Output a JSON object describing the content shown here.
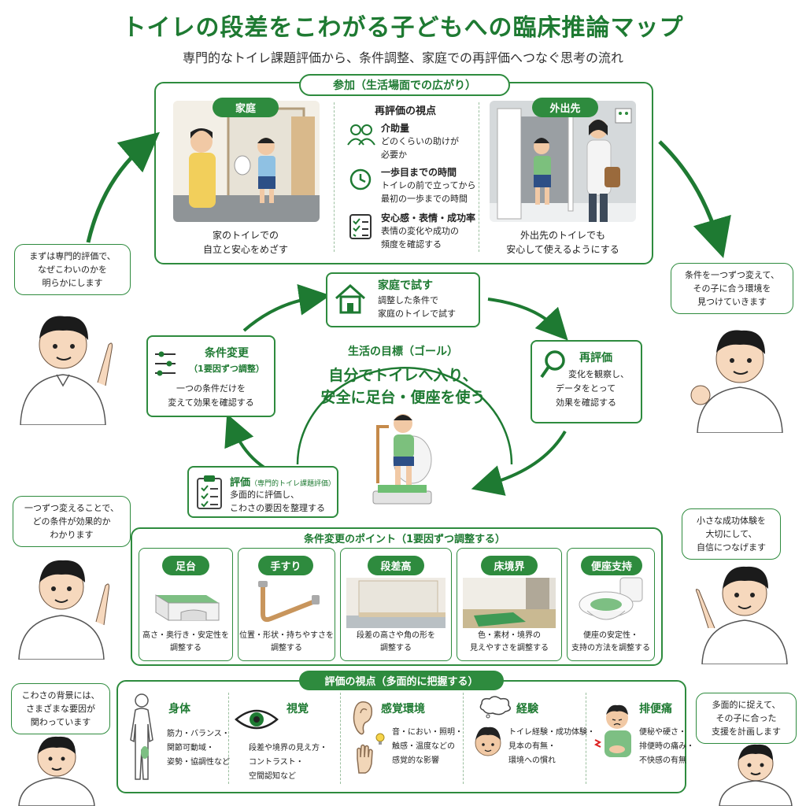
{
  "header": {
    "title": "トイレの段差をこわがる子どもへの臨床推論マップ",
    "subtitle": "専門的なトイレ課題評価から、条件調整、家庭での再評価へつなぐ思考の流れ"
  },
  "participation": {
    "title": "参加（生活場面での広がり）",
    "home": {
      "label": "家庭",
      "caption_1": "家のトイレでの",
      "caption_2": "自立と安心をめざす"
    },
    "outside": {
      "label": "外出先",
      "caption_1": "外出先のトイレでも",
      "caption_2": "安心して使えるようにする"
    },
    "reeval": {
      "title": "再評価の視点",
      "items": [
        {
          "icon": "people-icon",
          "title": "介助量",
          "desc_1": "どのくらいの助けが",
          "desc_2": "必要か"
        },
        {
          "icon": "clock-icon",
          "title": "一歩目までの時間",
          "desc_1": "トイレの前で立ってから",
          "desc_2": "最初の一歩までの時間"
        },
        {
          "icon": "checklist-icon",
          "title": "安心感・表情・成功率",
          "desc_1": "表情の変化や成功の",
          "desc_2": "頻度を確認する"
        }
      ]
    }
  },
  "cycle": {
    "goal_label": "生活の目標（ゴール）",
    "goal_line_1": "自分でトイレへ入り、",
    "goal_line_2": "安全に足台・便座を使う",
    "try_home": {
      "title": "家庭で試す",
      "desc_1": "調整した条件で",
      "desc_2": "家庭のトイレで試す"
    },
    "reevaluate": {
      "title": "再評価",
      "desc_1": "変化を観察し、",
      "desc_2": "データをとって",
      "desc_3": "効果を確認する"
    },
    "evaluate": {
      "title": "評価",
      "title_sub": "（専門的トイレ課題評価）",
      "desc_1": "多面的に評価し、",
      "desc_2": "こわさの要因を整理する"
    },
    "condition_change": {
      "title": "条件変更",
      "title_sub": "（1要因ずつ調整）",
      "desc_1": "一つの条件だけを",
      "desc_2": "変えて効果を確認する"
    }
  },
  "points": {
    "title": "条件変更のポイント（1要因ずつ調整する）",
    "items": [
      {
        "label": "足台",
        "desc_1": "高さ・奥行き・安定性を",
        "desc_2": "調整する"
      },
      {
        "label": "手すり",
        "desc_1": "位置・形状・持ちやすさを",
        "desc_2": "調整する"
      },
      {
        "label": "段差高",
        "desc_1": "段差の高さや角の形を",
        "desc_2": "調整する"
      },
      {
        "label": "床境界",
        "desc_1": "色・素材・境界の",
        "desc_2": "見えやすさを調整する"
      },
      {
        "label": "便座支持",
        "desc_1": "便座の安定性・",
        "desc_2": "支持の方法を調整する"
      }
    ]
  },
  "perspectives": {
    "title": "評価の視点（多面的に把握する）",
    "items": [
      {
        "label": "身体",
        "lines": [
          "筋力・バランス・",
          "関節可動域・",
          "姿勢・協調性など"
        ]
      },
      {
        "label": "視覚",
        "lines": [
          "段差や境界の見え方・",
          "コントラスト・",
          "空間認知など"
        ]
      },
      {
        "label": "感覚環境",
        "lines": [
          "音・におい・照明・",
          "触感・温度などの",
          "感覚的な影響"
        ]
      },
      {
        "label": "経験",
        "lines": [
          "トイレ経験・成功体験・",
          "見本の有無・",
          "環境への慣れ"
        ]
      },
      {
        "label": "排便痛",
        "lines": [
          "便秘や硬さ・",
          "排便時の痛み・",
          "不快感の有無"
        ]
      }
    ]
  },
  "bubbles": {
    "b1": [
      "まずは専門的評価で、",
      "なぜこわいのかを",
      "明らかにします"
    ],
    "b2": [
      "条件を一つずつ変えて、",
      "その子に合う環境を",
      "見つけていきます"
    ],
    "b3": [
      "一つずつ変えることで、",
      "どの条件が効果的か",
      "わかります"
    ],
    "b4": [
      "小さな成功体験を",
      "大切にして、",
      "自信につなげます"
    ],
    "b5": [
      "こわさの背景には、",
      "さまざまな要因が",
      "関わっています"
    ],
    "b6": [
      "多面的に捉えて、",
      "その子に合った",
      "支援を計画します"
    ]
  },
  "colors": {
    "accent": "#2e8b3e",
    "title": "#1e7a32"
  }
}
